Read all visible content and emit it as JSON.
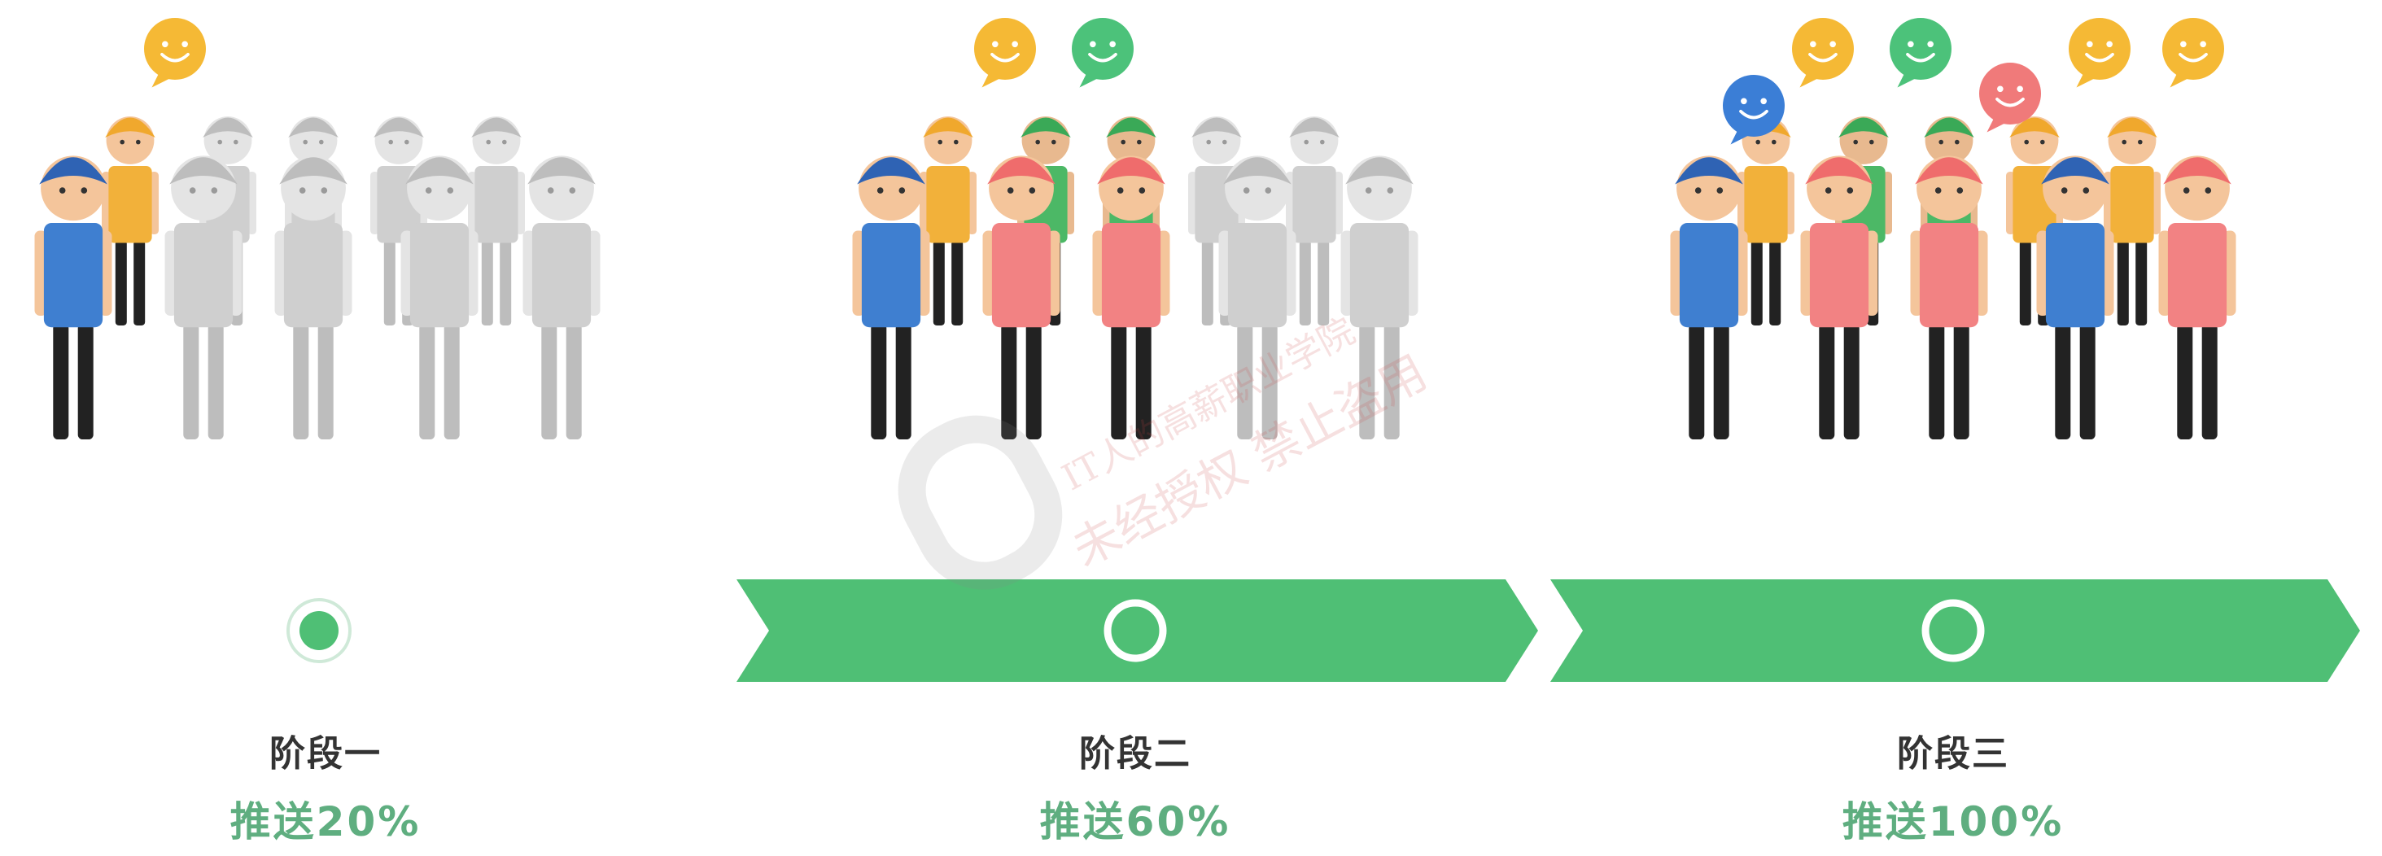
{
  "stages": [
    {
      "label": "阶段一",
      "push": "推送20%",
      "active_fraction": 0.2
    },
    {
      "label": "阶段二",
      "push": "推送60%",
      "active_fraction": 0.6
    },
    {
      "label": "阶段三",
      "push": "推送100%",
      "active_fraction": 1.0
    }
  ],
  "colors": {
    "progress_green": "#4fbf75",
    "label_text": "#333333",
    "push_text": "#5fae80",
    "inactive_person": "#cccccc",
    "bubble_yellow": "#f5b935",
    "bubble_green": "#4cc27a",
    "bubble_blue": "#3b7ed6",
    "bubble_pink": "#f07a7a"
  },
  "watermark": {
    "line1": "IT人的高薪职业学院",
    "line2": "未经授权 禁止盗用"
  }
}
